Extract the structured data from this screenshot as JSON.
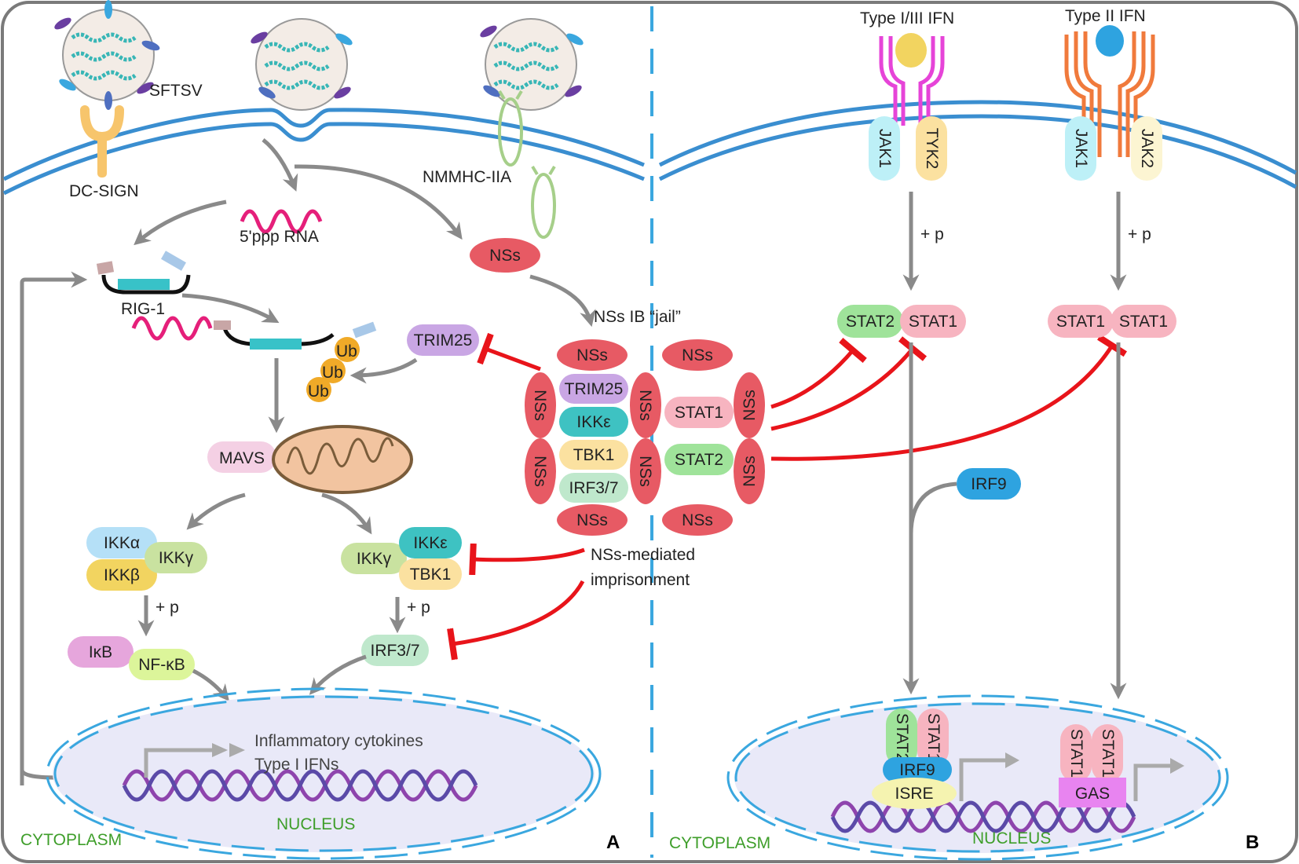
{
  "colors": {
    "membrane": "#3a8ed0",
    "arrow_gray": "#8a8a8a",
    "inhibit_red": "#e8141a",
    "nss": "#e75a64",
    "trim25": "#c9a6e4",
    "ikke": "#3ec2c2",
    "tbk1": "#fbe1a0",
    "irf37": "#bfe8cc",
    "stat1": "#f7b4c0",
    "stat2": "#9fe39a",
    "irf9": "#2ea3e0",
    "label_green": "#3e9e2a"
  },
  "panel_a": {
    "virus_label": "SFTSV",
    "receptor_label": "DC-SIGN",
    "nmmhc_label": "NMMHC-IIA",
    "rna_label": "5'ppp RNA",
    "rig1_label": "RIG-1",
    "ub_labels": [
      "Ub",
      "Ub",
      "Ub"
    ],
    "nss_label": "NSs",
    "trim25_label": "TRIM25",
    "jail_label": "NSs IB “jail”",
    "jail_proteins": [
      "TRIM25",
      "IKKε",
      "TBK1",
      "IRF3/7"
    ],
    "jail_stats": [
      "STAT1",
      "STAT2"
    ],
    "nss_side_labels": [
      "NSs",
      "NSs",
      "NSs",
      "NSs",
      "NSs",
      "NSs",
      "NSs",
      "NSs",
      "NSs",
      "NSs"
    ],
    "mavs_label": "MAVS",
    "ikka_label": "IKKα",
    "ikkb_label": "IKKβ",
    "ikkg_label": "IKKγ",
    "ikkg2_label": "IKKγ",
    "ikke_label": "IKKε",
    "tbk1_label": "TBK1",
    "phos_label_1": "+ p",
    "phos_label_2": "+ p",
    "ikb_label": "IκB",
    "nfkb_label": "NF-κB",
    "irf37_label": "IRF3/7",
    "imprisonment_line1": "NSs-mediated",
    "imprisonment_line2": "imprisonment",
    "output_line1": "Inflammatory cytokines",
    "output_line2": "Type I IFNs",
    "nucleus_label": "NUCLEUS",
    "cytoplasm_label": "CYTOPLASM",
    "panel_letter": "A"
  },
  "panel_b": {
    "ifn1_label": "Type I/III IFN",
    "ifn2_label": "Type II IFN",
    "jak1_label": "JAK1",
    "tyk2_label": "TYK2",
    "jak1b_label": "JAK1",
    "jak2_label": "JAK2",
    "phos_label_1": "+ p",
    "phos_label_2": "+ p",
    "stat2_label": "STAT2",
    "stat1_label": "STAT1",
    "stat1b_label": "STAT1",
    "stat1c_label": "STAT1",
    "irf9_label": "IRF9",
    "nuc_stat2": "STAT2",
    "nuc_stat1": "STAT1",
    "nuc_irf9": "IRF9",
    "isre_label": "ISRE",
    "nuc_stat1b": "STAT1",
    "nuc_stat1c": "STAT1",
    "gas_label": "GAS",
    "nucleus_label": "NUCLEUS",
    "cytoplasm_label": "CYTOPLASM",
    "panel_letter": "B"
  }
}
